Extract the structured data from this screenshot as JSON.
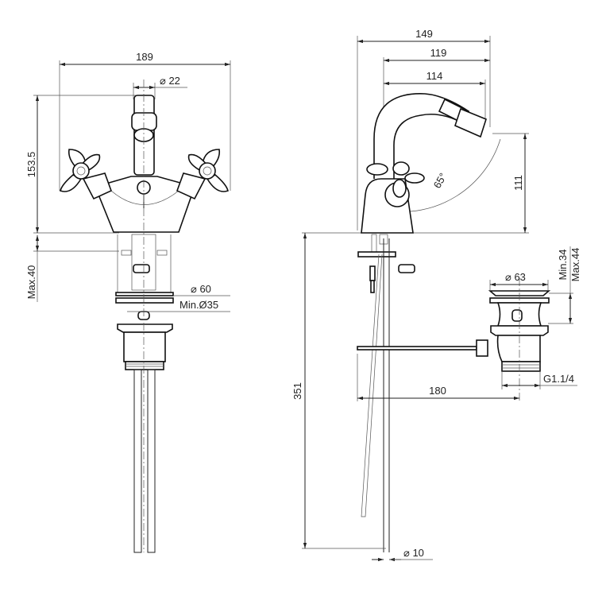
{
  "front_view": {
    "width": "189",
    "spout_diameter": "⌀ 22",
    "height": "153.5",
    "max_thickness": "Max.40",
    "hole_diameter": "⌀ 60",
    "min_hole": "Min.Ø35"
  },
  "side_view": {
    "overall_depth": "149",
    "spout_reach": "119",
    "spout_reach_inner": "114",
    "spout_height": "111",
    "angle": "65°",
    "total_length": "351",
    "rod_diameter": "⌀ 10",
    "waste_diameter": "⌀ 63",
    "waste_min": "Min.34",
    "waste_max": "Max.44",
    "rod_length": "180",
    "thread": "G1.1/4"
  },
  "colors": {
    "line": "#222222",
    "background": "#ffffff"
  }
}
